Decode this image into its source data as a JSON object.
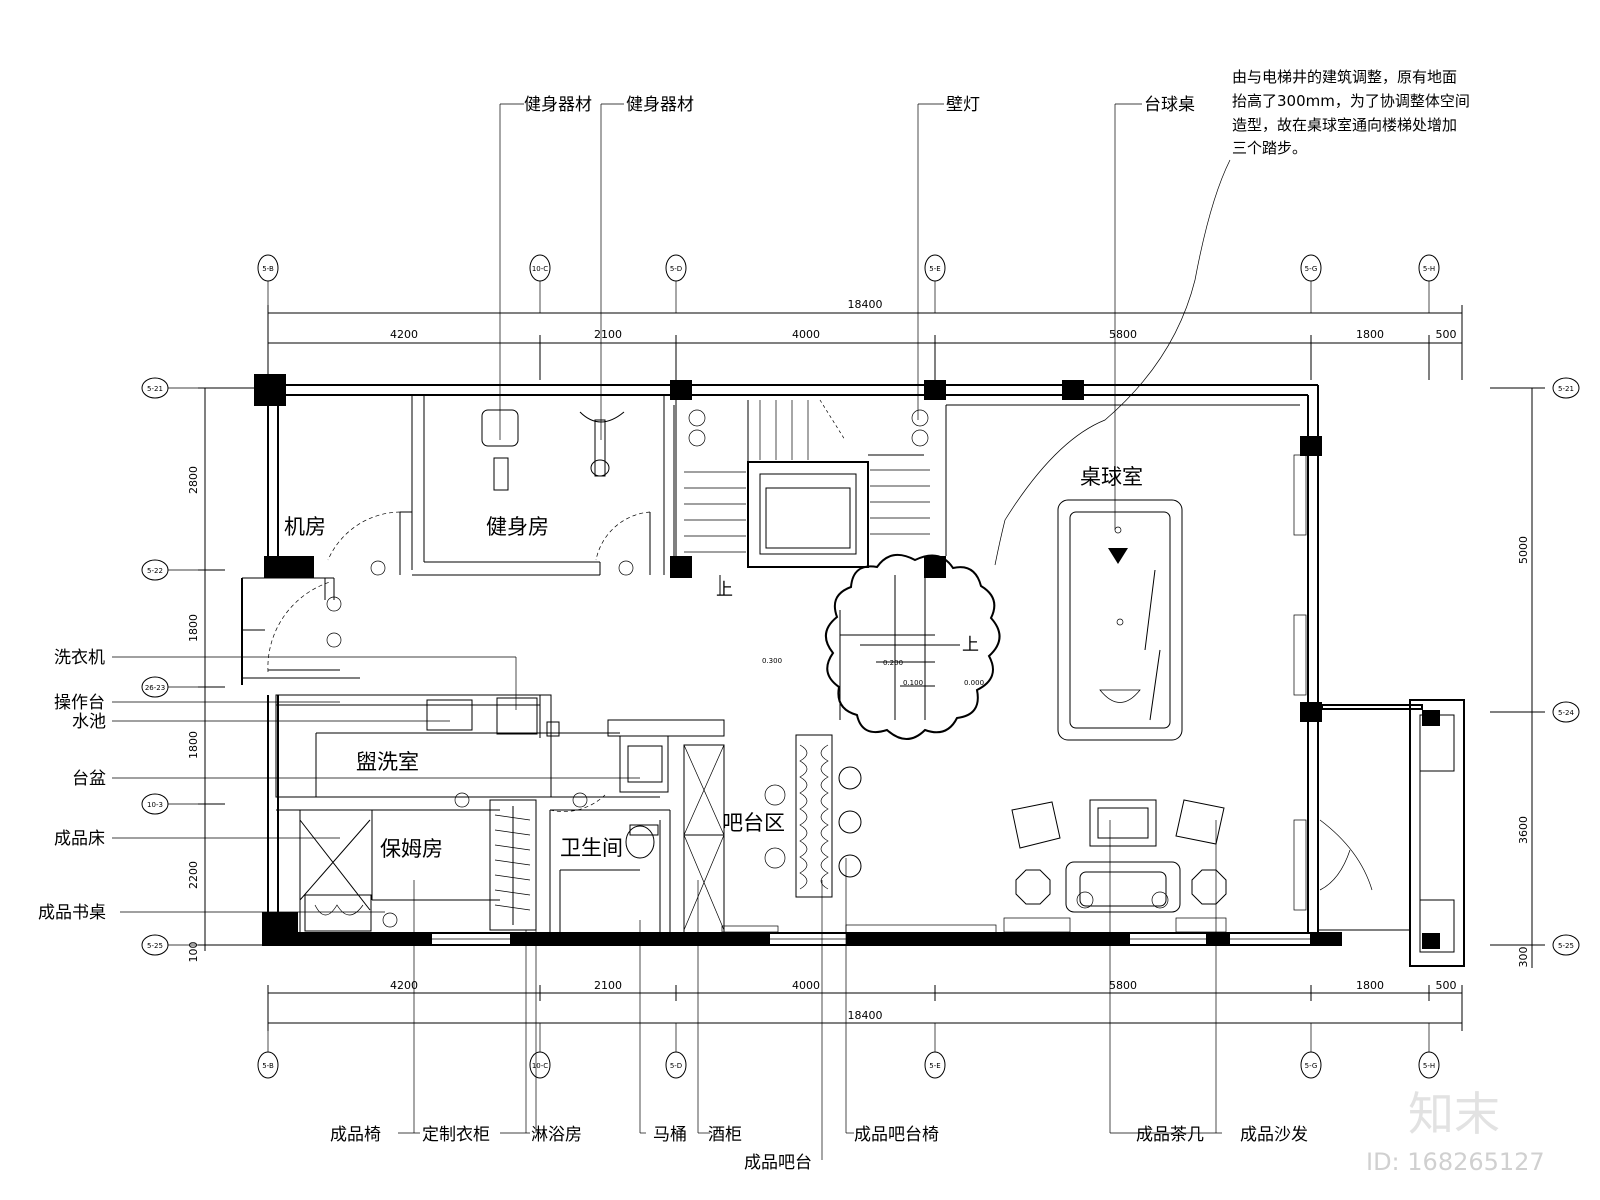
{
  "note": {
    "lines": [
      "由与电梯井的建筑调整，原有地面",
      "抬高了300mm，为了协调整体空间",
      "造型，故在桌球室通向楼梯处增加",
      "三个踏步。"
    ]
  },
  "rooms": {
    "machine": "机房",
    "gym": "健身房",
    "billiard": "桌球室",
    "washroom": "盥洗室",
    "nanny": "保姆房",
    "toilet": "卫生间",
    "bar": "吧台区"
  },
  "stair_up": "上",
  "elevations": [
    "0.300",
    "0.200",
    "0.100",
    "0.000"
  ],
  "labels": {
    "top": [
      "健身器材",
      "健身器材",
      "壁灯",
      "台球桌"
    ],
    "left": [
      "洗衣机",
      "操作台",
      "水池",
      "台盆",
      "成品床",
      "成品书桌"
    ],
    "bottom": [
      "成品椅",
      "定制衣柜",
      "淋浴房",
      "马桶",
      "酒柜",
      "成品吧台",
      "成品吧台椅",
      "成品茶几",
      "成品沙发"
    ]
  },
  "dimensions": {
    "total": "18400",
    "top_segments": [
      "4200",
      "2100",
      "4000",
      "5800",
      "1800",
      "500"
    ],
    "bottom_segments": [
      "4200",
      "2100",
      "4000",
      "5800",
      "1800",
      "500"
    ],
    "left_segments": [
      "2800",
      "1800",
      "1800",
      "2200",
      "100"
    ],
    "right_segments": [
      "5000",
      "3600",
      "300"
    ]
  },
  "grid_axes": {
    "top": [
      "5-B",
      "10-C",
      "5-D",
      "5-E",
      "5-G",
      "5-H"
    ],
    "bottom": [
      "5-B",
      "10-C",
      "5-D",
      "5-E",
      "5-G",
      "5-H"
    ],
    "left": [
      "5-21",
      "5-22",
      "26-23",
      "10-3",
      "5-25"
    ],
    "right": [
      "5-21",
      "5-24",
      "5-25"
    ]
  },
  "watermark": {
    "brand": "知末",
    "id": "ID: 168265127"
  }
}
